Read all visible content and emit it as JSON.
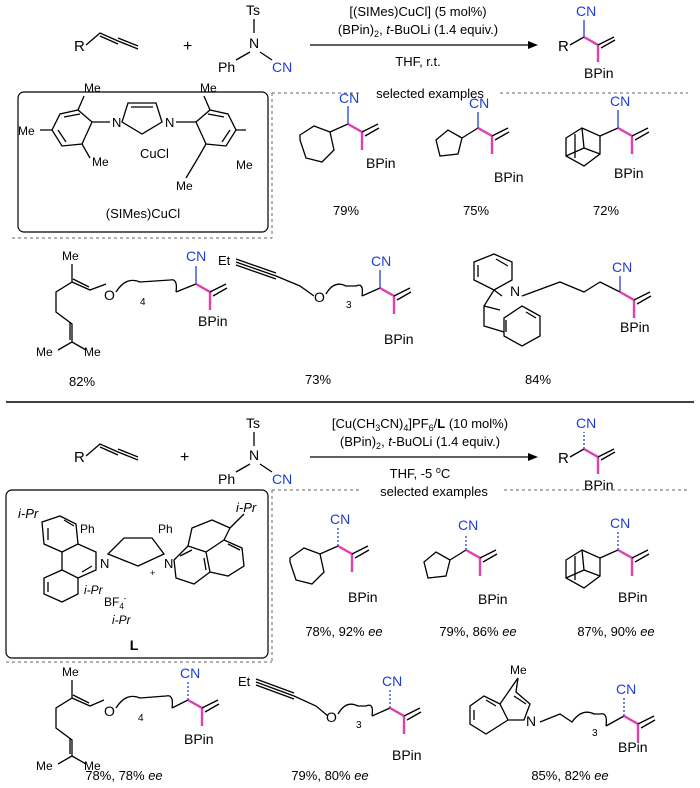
{
  "scheme1": {
    "cond_top": "[(SIMes)CuCl] (5 mol%)",
    "cond_mid_pre": "(BPin)",
    "cond_mid_sub": "2",
    "cond_mid_post": ", t-BuOLi (1.4 equiv.)",
    "cond_bottom": "THF, r.t.",
    "catalyst_name": "(SIMes)CuCl",
    "examples_header": "selected examples",
    "row1_yields": [
      "79%",
      "75%",
      "72%"
    ],
    "row2_yields": [
      "82%",
      "73%",
      "84%"
    ]
  },
  "scheme2": {
    "cond_top": "[Cu(CH3CN)4]PF6/L (10 mol%)",
    "cond_mid": "(BPin)2, t-BuOLi (1.4 equiv.)",
    "cond_bottom": "THF, -5 oC",
    "ligand_label": "L",
    "ligand_sub1": "i-Pr",
    "counterion": "BF4-",
    "examples_header": "selected examples",
    "row1_yields": [
      "78%, 92% ee",
      "79%, 86% ee",
      "87%, 90% ee"
    ],
    "row2_yields": [
      "78%, 78% ee",
      "79%, 80% ee",
      "85%, 82% ee"
    ]
  },
  "labels": {
    "R": "R",
    "Ts": "Ts",
    "Ph": "Ph",
    "N": "N",
    "CN": "CN",
    "BPin": "BPin",
    "plus": "+",
    "Me": "Me",
    "Et": "Et",
    "O": "O",
    "CuCl": "CuCl"
  }
}
